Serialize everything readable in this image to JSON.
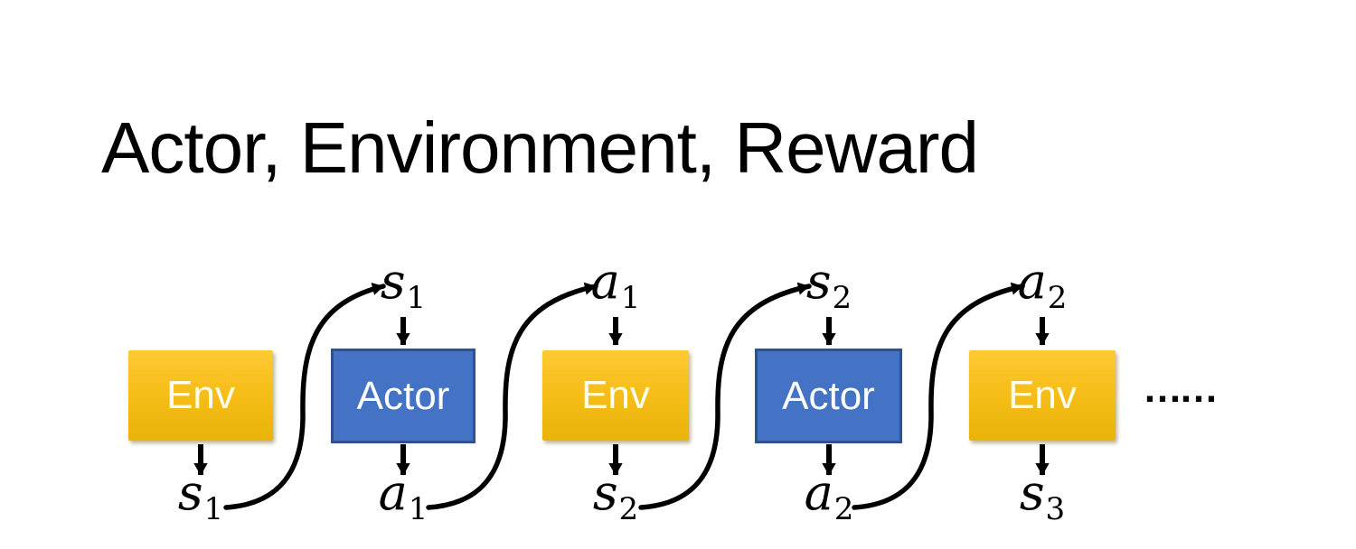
{
  "title": "Actor, Environment, Reward",
  "diagram": {
    "boxes": [
      {
        "type": "env",
        "label": "Env"
      },
      {
        "type": "actor",
        "label": "Actor"
      },
      {
        "type": "env",
        "label": "Env"
      },
      {
        "type": "actor",
        "label": "Actor"
      },
      {
        "type": "env",
        "label": "Env"
      }
    ],
    "top_labels": [
      {
        "base": "s",
        "sub": "1"
      },
      {
        "base": "a",
        "sub": "1"
      },
      {
        "base": "s",
        "sub": "2"
      },
      {
        "base": "a",
        "sub": "2"
      }
    ],
    "bottom_labels": [
      {
        "base": "s",
        "sub": "1"
      },
      {
        "base": "a",
        "sub": "1"
      },
      {
        "base": "s",
        "sub": "2"
      },
      {
        "base": "a",
        "sub": "2"
      },
      {
        "base": "s",
        "sub": "3"
      }
    ],
    "ellipsis": "……"
  },
  "colors": {
    "background": "#FFFFFF",
    "title_text": "#000000",
    "env_gradient_top": "#FFC935",
    "env_gradient_bottom": "#E9B30A",
    "env_text": "#FFFDF0",
    "actor_fill": "#4472C4",
    "actor_border": "#2F528F",
    "actor_text": "#FFFFFF",
    "arrow": "#000000"
  }
}
